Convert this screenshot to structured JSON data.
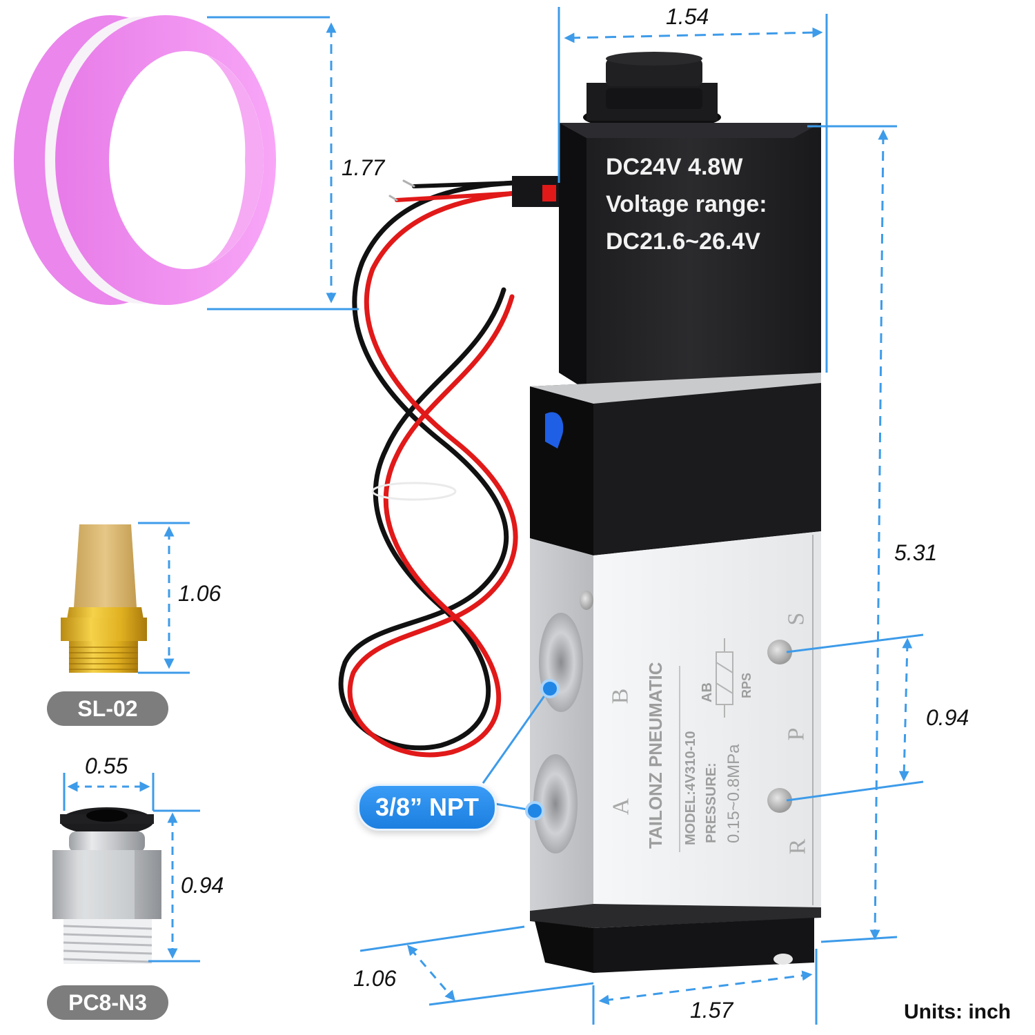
{
  "title": "Solenoid valve with accessories — dimension diagram",
  "units_label": "Units: inch",
  "colors": {
    "dimension_line": "#3d9be9",
    "badge_gray": "#7d7d7d",
    "badge_blue": "#1f86e6",
    "coil_black": "#1d1d1f",
    "valve_body": "#eceef0",
    "seal_pink": "#f59af5",
    "brass": "#e0b23a"
  },
  "main_valve": {
    "coil_label": {
      "line1": "DC24V 4.8W",
      "line2": "Voltage range:",
      "line3": "DC21.6~26.4V"
    },
    "body_label": {
      "brand": "TAILONZ PNEUMATIC",
      "model": "MODEL:4V310-10",
      "pressure_label": "PRESSURE:",
      "pressure_value": "0.15~0.8MPa",
      "symbol_top": "AB",
      "symbol_bottom": "RPS"
    },
    "ports_side": [
      "B",
      "A"
    ],
    "ports_front": [
      "S",
      "P",
      "R"
    ],
    "port_callout": "3/8” NPT",
    "dimensions": {
      "width_top": "1.54",
      "coil_to_base_height": "5.31",
      "port_spacing": "0.94",
      "depth": "1.06",
      "width_bottom": "1.57"
    }
  },
  "accessories": [
    {
      "name": "ptfe-tape",
      "label": "",
      "dimension": "1.77"
    },
    {
      "name": "muffler",
      "label": "SL-02",
      "dimension": "1.06"
    },
    {
      "name": "push-fitting",
      "label": "PC8-N3",
      "dimension_width": "0.55",
      "dimension_height": "0.94"
    }
  ]
}
